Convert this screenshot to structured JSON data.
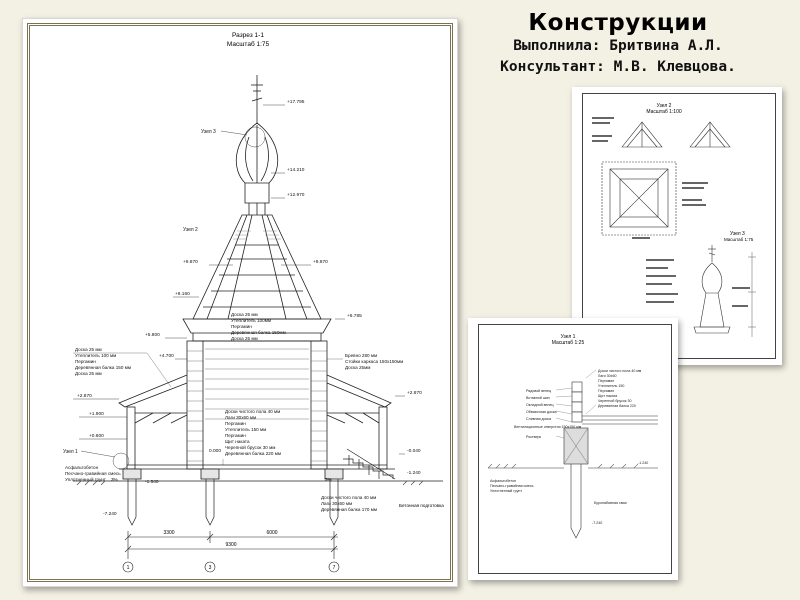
{
  "header": {
    "title": "Конструкции",
    "author_line": "Выполнила: Бритвина А.Л.",
    "consultant_line": "Консультант: М.В. Клевцова."
  },
  "main_sheet": {
    "title": "Разрез 1-1",
    "scale": "Масштаб 1:75",
    "node_labels": [
      "Узел 3",
      "Узел 2",
      "Узел 1"
    ],
    "elevations": [
      "+17.795",
      "+14.210",
      "+12.970",
      "+9.870",
      "+9.870",
      "+8.160",
      "+6.785",
      "+5.800",
      "+4.700",
      "+2.870",
      "+2.870",
      "+1.900",
      "+0.600",
      "0.000",
      "-0.040",
      "-1.240",
      "-1.540",
      "-7.240"
    ],
    "roof_layers": [
      "Доска 25 мм",
      "Утеплитель 100мм",
      "Пергамин",
      "Деревянная балка 150мм",
      "Доска 25 мм"
    ],
    "left_layers": [
      "Доска 25 мм",
      "Утеплитель 100 мм",
      "Пергамин",
      "Деревянная балка 150 мм",
      "Доска 25 мм"
    ],
    "right_layers": [
      "Бревно 280 мм",
      "Стойки каркаса 150х150мм",
      "Доска 25мм"
    ],
    "floor_layers": [
      "Доски чистого пола 40 мм",
      "Лаги 30х60 мм",
      "Пергамин",
      "Утеплитель 150 мм",
      "Пергамин",
      "Щит наката",
      "Черепной брусок 30 мм",
      "Деревянная балка 220 мм"
    ],
    "ground_layers": [
      "Асфальтобетон",
      "Песчано-гравийная смесь",
      "Уплотненный грунт"
    ],
    "porch_layers": [
      "Доски чистого пола 40 мм",
      "Лаги 30х60 мм",
      "Деревянная балка 170 мм"
    ],
    "concrete_label": "Бетонная подготовка",
    "slope_labels": [
      "3%",
      "3%"
    ],
    "dimensions": [
      "3300",
      "6000",
      "9300"
    ],
    "axes": [
      "1",
      "3",
      "7"
    ]
  },
  "sheet_b": {
    "title": "Узел 2",
    "scale": "Масштаб 1:100",
    "sub_title": "Узел 3",
    "sub_scale": "Масштаб 1:75"
  },
  "sheet_c": {
    "title": "Узел 1",
    "scale": "Масштаб 1:25",
    "labels_left": [
      "Рядовой венец",
      "Вставной шип",
      "Окладной венец",
      "Обвязочная доска",
      "Сливная доска",
      "Вентиляционные отверстия 150х150 мм",
      "Ростверк"
    ],
    "labels_right": [
      "Доски чистого пола 40 мм",
      "Лаги 30х60",
      "Пергамин",
      "Утеплитель 150",
      "Пергамин",
      "Щит наката",
      "Черепной брусок 30",
      "Деревянная балка 220"
    ],
    "ground_labels": [
      "Асфальтобетон",
      "Песчано-гравийная смесь",
      "Уплотненный грунт"
    ],
    "pile_label": "Буронабивная свая",
    "elevation_label": "-1.240",
    "bottom_elevation": "-7.240"
  }
}
